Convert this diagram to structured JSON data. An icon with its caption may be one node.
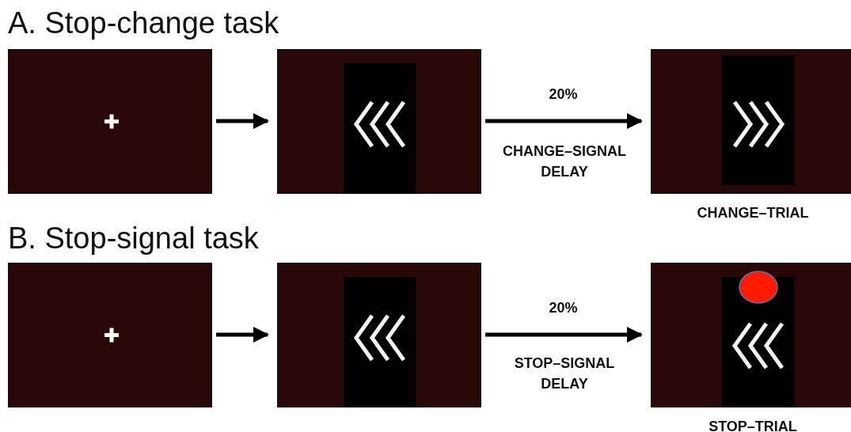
{
  "diagram": {
    "nodes": [
      {
        "text": [],
        "shape": "picture"
      },
      {
        "text": [],
        "shape": "picture"
      },
      {
        "text": [],
        "shape": "picture",
        "beside": [
          "CHANGE–TRIAL"
        ]
      },
      {
        "text": [],
        "shape": "picture"
      },
      {
        "text": [],
        "shape": "picture"
      },
      {
        "text": [],
        "shape": "picture",
        "beside": [
          "STOP–TRIAL"
        ]
      }
    ],
    "edges": [
      {
        "from": 0,
        "to": 1,
        "arrow": "to"
      },
      {
        "from": 1,
        "to": 2,
        "arrow": "to",
        "label": "20%"
      },
      {
        "from": 3,
        "to": 4,
        "arrow": "to"
      },
      {
        "from": 4,
        "to": 5,
        "arrow": "to",
        "label": "20%"
      }
    ],
    "labels": [
      "A. Stop-change task",
      "CHANGE–SIGNAL DELAY",
      "B. Stop-signal task",
      "STOP–SIGNAL DELAY"
    ]
  }
}
